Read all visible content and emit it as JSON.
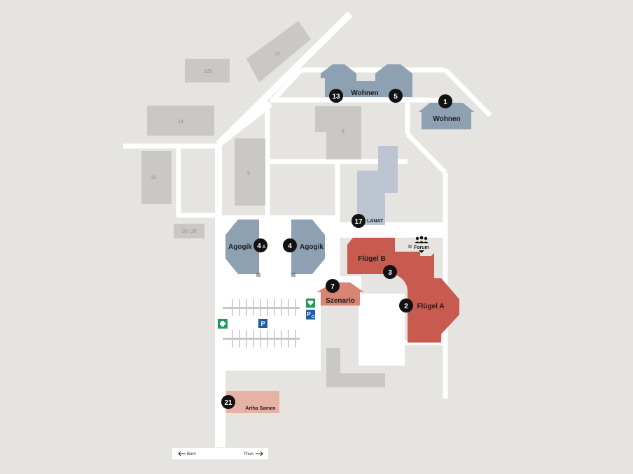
{
  "map": {
    "buildings": {
      "b12": "12",
      "b12b": "12b",
      "b14": "14",
      "b15": "15",
      "b8": "8",
      "b9": "9",
      "b18_20": "18 / 20",
      "wohnen_top": "Wohnen",
      "wohnen_right": "Wohnen",
      "agogik_left": "Agogik",
      "agogik_right": "Agogik",
      "fluegel_b": "Flügel B",
      "fluegel_a": "Flügel A",
      "szenario": "Szenario",
      "lanat": "LANAT",
      "forum": "Forum",
      "artha_samen": "Artha Samen"
    },
    "markers": {
      "m13": "13",
      "m5": "5",
      "m1": "1",
      "m17": "17",
      "m4a": "4",
      "m4a_suffix": "A",
      "m4": "4",
      "m3": "3",
      "m7": "7",
      "m2": "2",
      "m21": "21"
    },
    "icons": {
      "parking": "P",
      "parking_disabled": "P"
    },
    "directions": {
      "left": "Bern",
      "right": "Thun"
    },
    "colors": {
      "background": "#e5e4e1",
      "road": "#ffffff",
      "building_gray": "#c9c8c5",
      "building_blue": "#8ea1b3",
      "building_light_blue": "#bcc5d1",
      "building_red": "#c85a4f",
      "building_salmon": "#d98575",
      "building_pink": "#e7b2a6",
      "marker": "#121212",
      "parking_blue": "#1d5ea8",
      "first_aid_green": "#1f9a5a"
    }
  }
}
